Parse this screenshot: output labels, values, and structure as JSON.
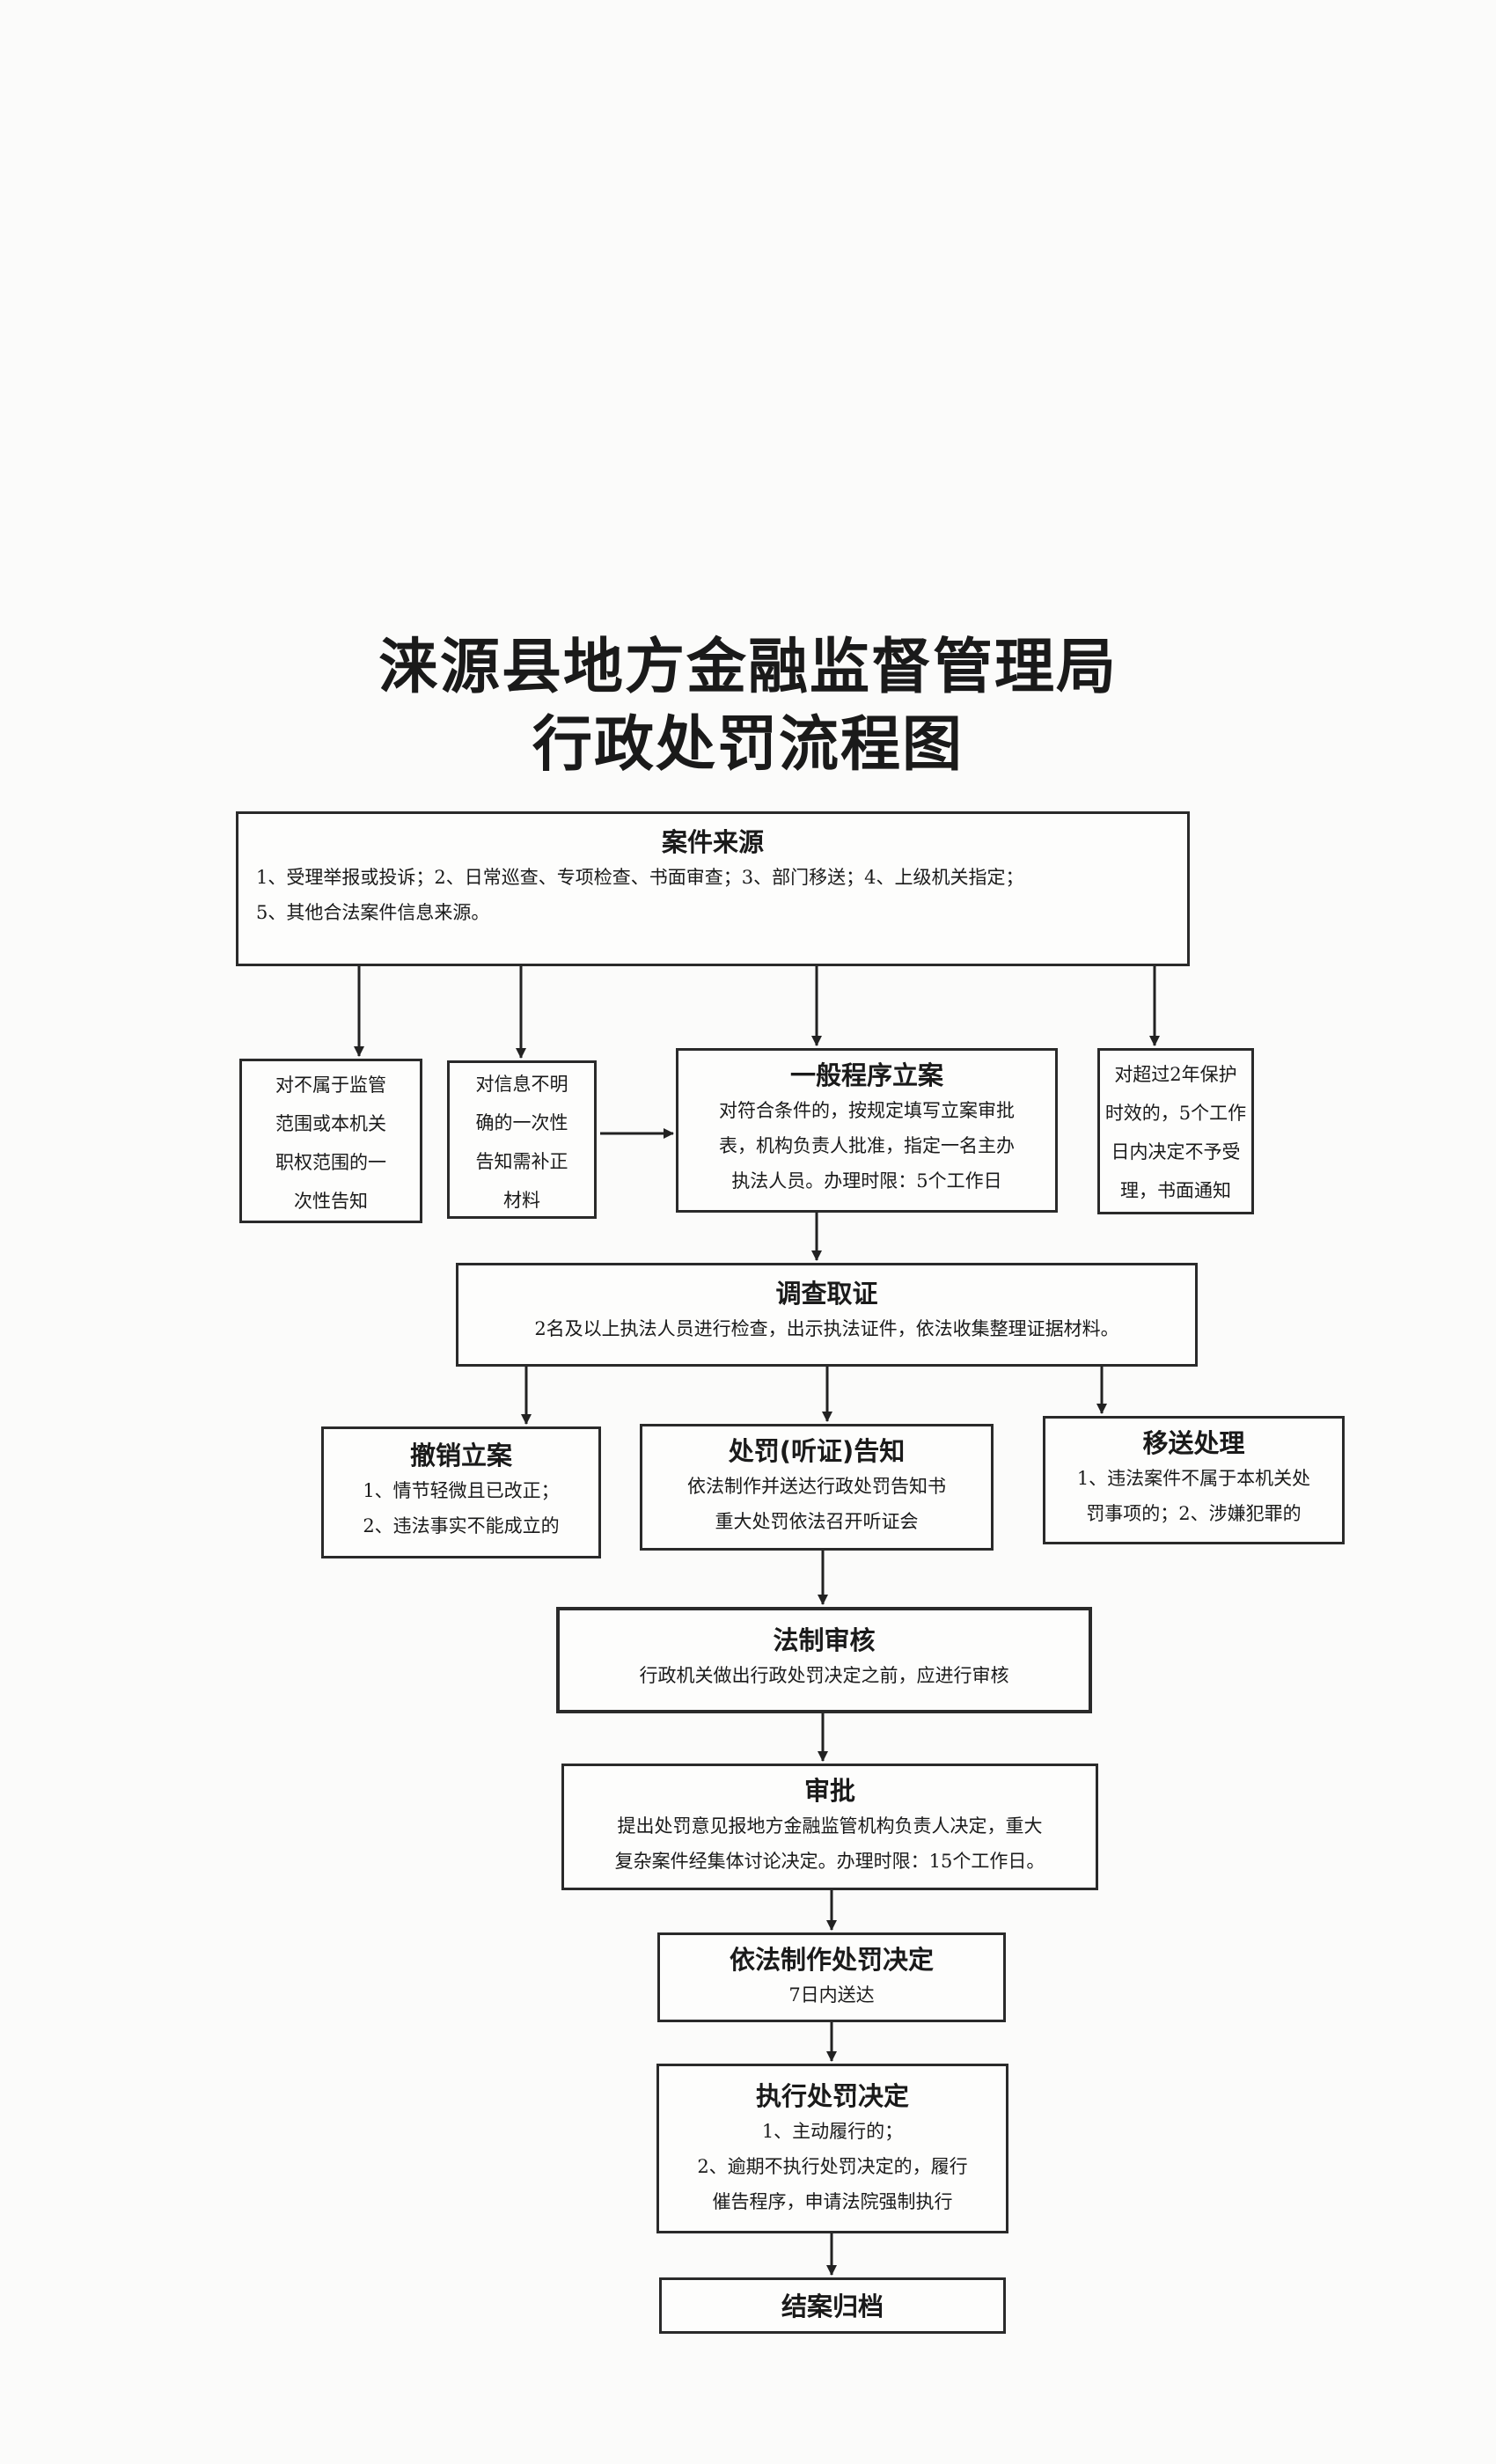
{
  "title_line1": "涞源县地方金融监督管理局",
  "title_line2": "行政处罚流程图",
  "source": {
    "title": "案件来源",
    "lines": [
      "1、受理举报或投诉；2、日常巡查、专项检查、书面审查；3、部门移送；4、上级机关指定；",
      "5、其他合法案件信息来源。"
    ]
  },
  "out_of_scope": {
    "lines": [
      "对不属于监管",
      "范围或本机关",
      "职权范围的一",
      "次性告知"
    ]
  },
  "unclear_info": {
    "lines": [
      "对信息不明",
      "确的一次性",
      "告知需补正",
      "材料"
    ]
  },
  "general_filing": {
    "title": "一般程序立案",
    "lines": [
      "对符合条件的，按规定填写立案审批",
      "表，机构负责人批准，指定一名主办",
      "执法人员。办理时限：5个工作日"
    ]
  },
  "expired": {
    "lines": [
      "对超过2年保护",
      "时效的，5个工作",
      "日内决定不予受",
      "理，书面通知"
    ]
  },
  "investigation": {
    "title": "调查取证",
    "lines": [
      "2名及以上执法人员进行检查，出示执法证件，依法收集整理证据材料。"
    ]
  },
  "revoke": {
    "title": "撤销立案",
    "lines": [
      "1、情节轻微且已改正；",
      "2、违法事实不能成立的"
    ]
  },
  "notice": {
    "title": "处罚(听证)告知",
    "lines": [
      "依法制作并送达行政处罚告知书",
      "重大处罚依法召开听证会"
    ]
  },
  "transfer": {
    "title": "移送处理",
    "lines": [
      "1、违法案件不属于本机关处",
      "罚事项的；2、涉嫌犯罪的"
    ]
  },
  "legal_review": {
    "title": "法制审核",
    "lines": [
      "行政机关做出行政处罚决定之前，应进行审核"
    ]
  },
  "approval": {
    "title": "审批",
    "lines": [
      "提出处罚意见报地方金融监管机构负责人决定，重大",
      "复杂案件经集体讨论决定。办理时限：15个工作日。"
    ]
  },
  "decision": {
    "title": "依法制作处罚决定",
    "lines": [
      "7日内送达"
    ]
  },
  "execution": {
    "title": "执行处罚决定",
    "lines": [
      "1、主动履行的；",
      "2、逾期不执行处罚决定的，履行",
      "催告程序，申请法院强制执行"
    ]
  },
  "archive": {
    "title": "结案归档"
  }
}
